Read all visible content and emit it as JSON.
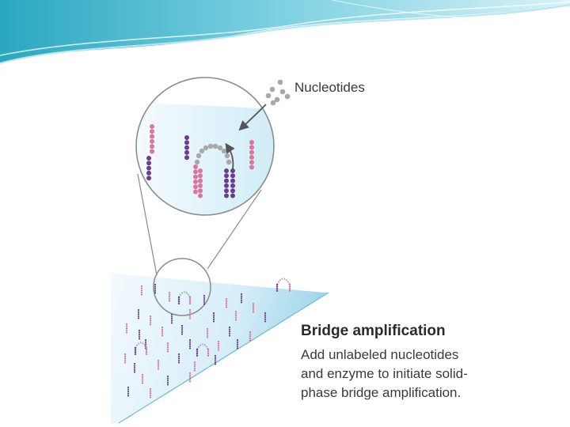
{
  "labels": {
    "nucleotides": "Nucleotides"
  },
  "caption": {
    "title": "Bridge amplification",
    "text": "Add unlabeled nucleotides\nand enzyme to initiate solid-\nphase bridge amplification."
  },
  "colors": {
    "accent_teal": "#3bb4c9",
    "header_light": "#c4ecf4",
    "surface_blue": "#9bd3ea",
    "surface_light": "#eef8fc",
    "strand_pink": "#d9769a",
    "strand_purple": "#6a3d8f",
    "nucleotide_gray": "#a8a8a8",
    "outline_gray": "#8c8c8c",
    "arrow_gray": "#555555"
  },
  "icons": {
    "nucleotide_arrow": "curved-arrow-icon",
    "extension_arrow": "curved-arrow-icon"
  }
}
